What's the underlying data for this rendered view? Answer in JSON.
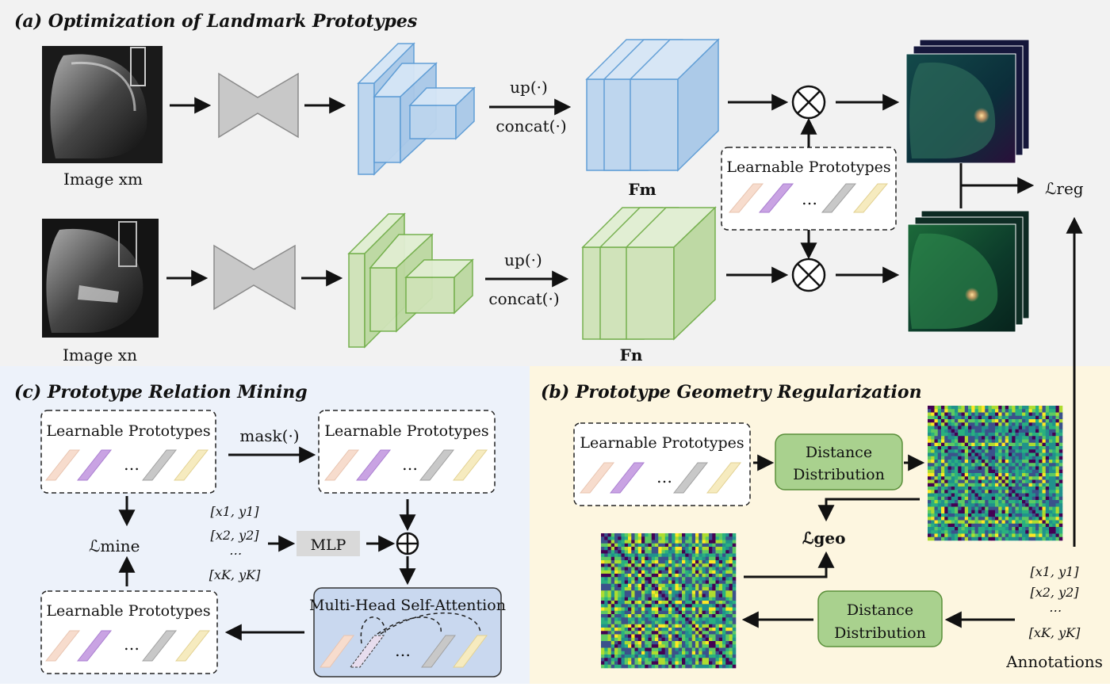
{
  "titles": {
    "a": "(a) Optimization of Landmark Prototypes",
    "b": "(b) Prototype Geometry Regularization",
    "c": "(c) Prototype Relation Mining"
  },
  "images": {
    "m": "Image xm",
    "n": "Image xn"
  },
  "ops": {
    "up": "up(·)",
    "concat": "concat(·)",
    "mask": "mask(·)"
  },
  "features": {
    "m": "Fm",
    "n": "Fn"
  },
  "prototypes_label": "Learnable Prototypes",
  "ellipsis": "…",
  "losses": {
    "reg": "ℒreg",
    "geo": "ℒgeo",
    "mine": "ℒmine"
  },
  "distance": {
    "line1": "Distance",
    "line2": "Distribution"
  },
  "mlp": "MLP",
  "attention": "Multi-Head Self-Attention",
  "coords": [
    "[x1, y1]",
    "[x2, y2]",
    "⋯",
    "[xK, yK]"
  ],
  "annotations": "Annotations",
  "colors": {
    "blue": "#bcd5ee",
    "blue_edge": "#5b9bd5",
    "green": "#cfe3b8",
    "green_edge": "#70ad47",
    "distance_box": "#a9d18e",
    "attention_box": "#c9d8ef",
    "panel_a": "#f2f2f2",
    "panel_b": "#fdf6e0",
    "panel_c": "#edf2fa"
  }
}
